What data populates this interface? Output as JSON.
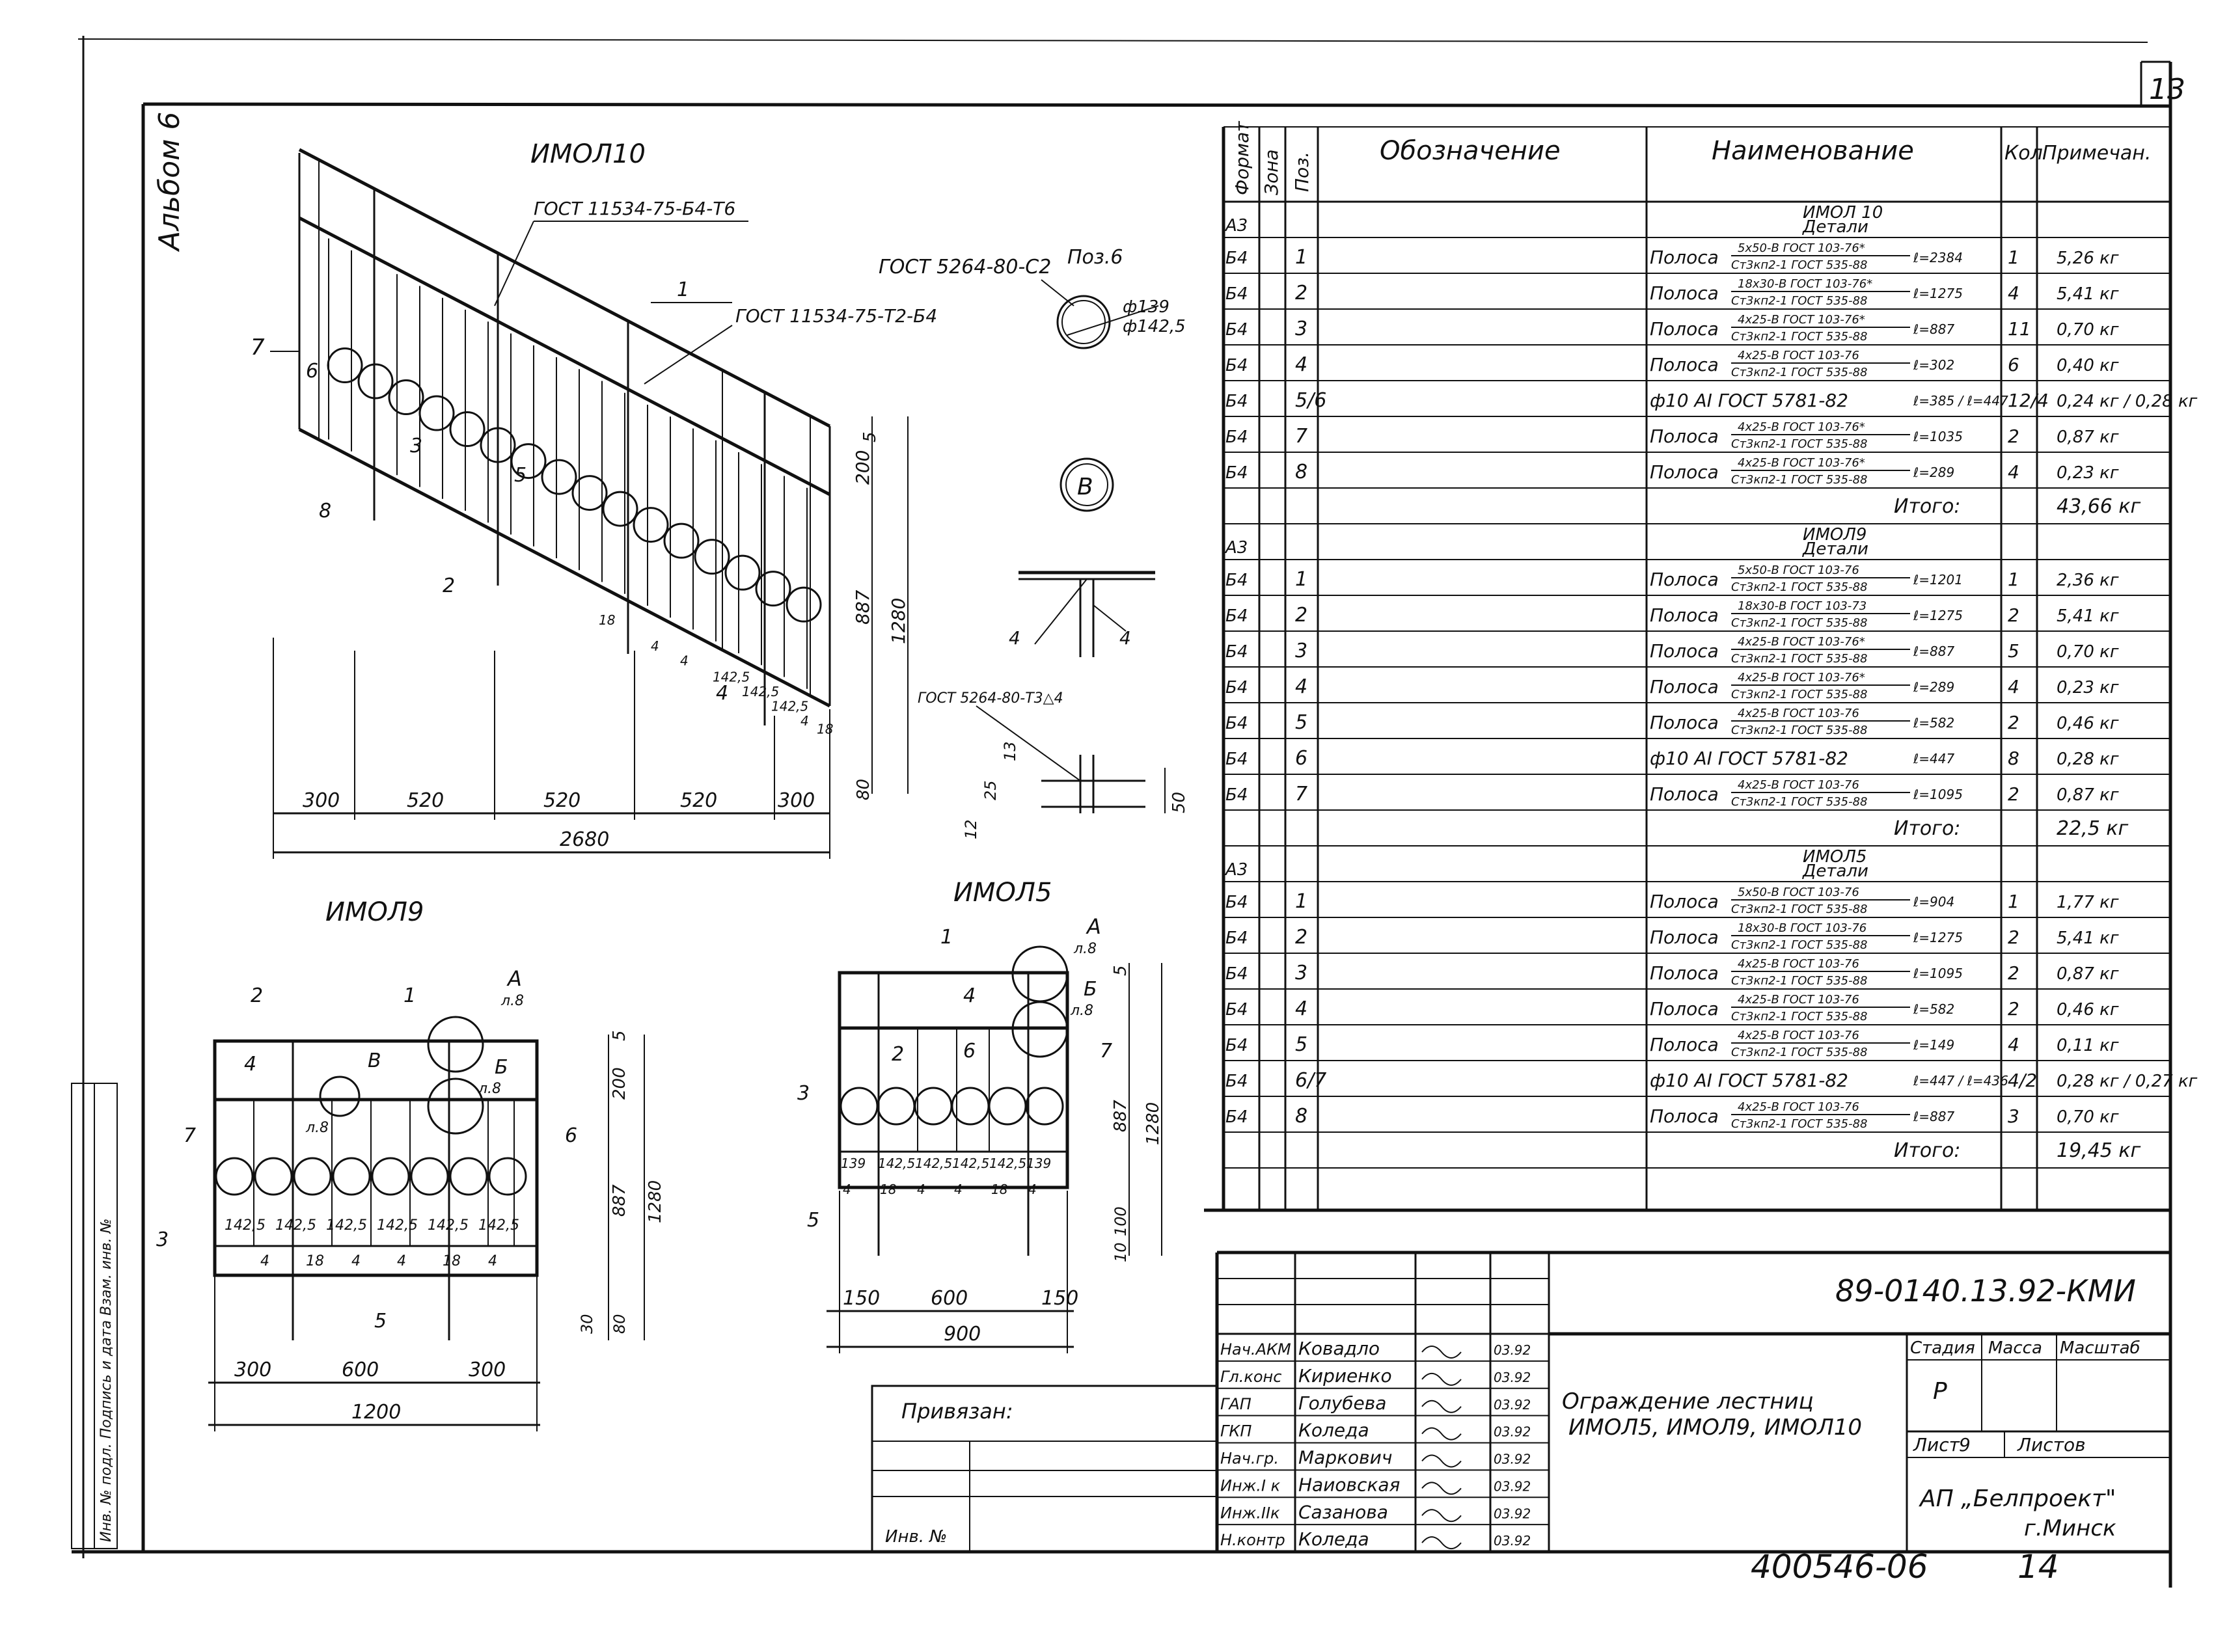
{
  "sheet": {
    "page_number": "13",
    "album_label": "Альбом 6",
    "document_code": "89-0140.13.92-КМИ",
    "inventory_number": "400546-06",
    "inventory_sheet": "14",
    "title_lines": [
      "Ограждение лестниц",
      "ИМОЛ5, ИМОЛ9, ИМОЛ10"
    ],
    "organization": "АП „Белпроект\"",
    "city": "г.Минск",
    "stage_label": "Стадия",
    "stage_value": "Р",
    "mass_label": "Масса",
    "scale_label": "Масштаб",
    "sheet_label": "Лист",
    "sheet_value": "9",
    "sheets_label": "Листов",
    "attached_label": "Привязан:",
    "inv_label": "Инв. №",
    "side_stamp": "Инв. № подл.  Подпись и дата  Взам. инв. №"
  },
  "signatures": [
    {
      "role": "Нач.АКМ",
      "name": "Ковадло",
      "date": "03.92"
    },
    {
      "role": "Гл.конс",
      "name": "Кириенко",
      "date": "03.92"
    },
    {
      "role": "ГАП",
      "name": "Голубева",
      "date": "03.92"
    },
    {
      "role": "ГКП",
      "name": "Коледа",
      "date": "03.92"
    },
    {
      "role": "Нач.гр.",
      "name": "Маркович",
      "date": "03.92"
    },
    {
      "role": "Инж.I к",
      "name": "Наиовская",
      "date": "03.92"
    },
    {
      "role": "Инж.IIк",
      "name": "Сазанова",
      "date": "03.92"
    },
    {
      "role": "Н.контр",
      "name": "Коледа",
      "date": "03.92"
    }
  ],
  "spec_table": {
    "headers": [
      "Формат",
      "Зона",
      "Поз.",
      "Обозначение",
      "Наименование",
      "Кол",
      "Примечан."
    ],
    "sections": [
      {
        "format": "А3",
        "title": "ИМОЛ 10",
        "subtitle": "Детали",
        "rows": [
          {
            "fmt": "Б4",
            "pos": "1",
            "name": "Полоса",
            "num": "5х50-В ГОСТ 103-76*",
            "den": "Ст3кп2-1 ГОСТ 535-88",
            "len": "ℓ=2384",
            "qty": "1",
            "note": "5,26 кг"
          },
          {
            "fmt": "Б4",
            "pos": "2",
            "name": "Полоса",
            "num": "18х30-В ГОСТ 103-76*",
            "den": "Ст3кп2-1 ГОСТ 535-88",
            "len": "ℓ=1275",
            "qty": "4",
            "note": "5,41 кг"
          },
          {
            "fmt": "Б4",
            "pos": "3",
            "name": "Полоса",
            "num": "4х25-В ГОСТ 103-76*",
            "den": "Ст3кп2-1 ГОСТ 535-88",
            "len": "ℓ=887",
            "qty": "11",
            "note": "0,70 кг"
          },
          {
            "fmt": "Б4",
            "pos": "4",
            "name": "Полоса",
            "num": "4х25-В ГОСТ 103-76",
            "den": "Ст3кп2-1 ГОСТ 535-88",
            "len": "ℓ=302",
            "qty": "6",
            "note": "0,40 кг"
          },
          {
            "fmt": "Б4",
            "pos": "5/6",
            "name": "ф10 АI ГОСТ 5781-82",
            "num": "",
            "den": "",
            "len": "ℓ=385 / ℓ=447",
            "qty": "12/4",
            "note": "0,24 кг / 0,28 кг"
          },
          {
            "fmt": "Б4",
            "pos": "7",
            "name": "Полоса",
            "num": "4х25-В ГОСТ 103-76*",
            "den": "Ст3кп2-1 ГОСТ 535-88",
            "len": "ℓ=1035",
            "qty": "2",
            "note": "0,87 кг"
          },
          {
            "fmt": "Б4",
            "pos": "8",
            "name": "Полоса",
            "num": "4х25-В ГОСТ 103-76*",
            "den": "Ст3кп2-1 ГОСТ 535-88",
            "len": "ℓ=289",
            "qty": "4",
            "note": "0,23 кг"
          }
        ],
        "total_label": "Итого:",
        "total": "43,66 кг"
      },
      {
        "format": "А3",
        "title": "ИМОЛ9",
        "subtitle": "Детали",
        "rows": [
          {
            "fmt": "Б4",
            "pos": "1",
            "name": "Полоса",
            "num": "5х50-В ГОСТ 103-76",
            "den": "Ст3кп2-1 ГОСТ 535-88",
            "len": "ℓ=1201",
            "qty": "1",
            "note": "2,36 кг"
          },
          {
            "fmt": "Б4",
            "pos": "2",
            "name": "Полоса",
            "num": "18х30-В ГОСТ 103-73",
            "den": "Ст3кп2-1 ГОСТ 535-88",
            "len": "ℓ=1275",
            "qty": "2",
            "note": "5,41 кг"
          },
          {
            "fmt": "Б4",
            "pos": "3",
            "name": "Полоса",
            "num": "4х25-В ГОСТ 103-76*",
            "den": "Ст3кп2-1 ГОСТ 535-88",
            "len": "ℓ=887",
            "qty": "5",
            "note": "0,70 кг"
          },
          {
            "fmt": "Б4",
            "pos": "4",
            "name": "Полоса",
            "num": "4х25-В ГОСТ 103-76*",
            "den": "Ст3кп2-1 ГОСТ 535-88",
            "len": "ℓ=289",
            "qty": "4",
            "note": "0,23 кг"
          },
          {
            "fmt": "Б4",
            "pos": "5",
            "name": "Полоса",
            "num": "4х25-В ГОСТ 103-76",
            "den": "Ст3кп2-1 ГОСТ 535-88",
            "len": "ℓ=582",
            "qty": "2",
            "note": "0,46 кг"
          },
          {
            "fmt": "Б4",
            "pos": "6",
            "name": "ф10 АI ГОСТ 5781-82",
            "num": "",
            "den": "",
            "len": "ℓ=447",
            "qty": "8",
            "note": "0,28 кг"
          },
          {
            "fmt": "Б4",
            "pos": "7",
            "name": "Полоса",
            "num": "4х25-В ГОСТ 103-76",
            "den": "Ст3кп2-1 ГОСТ 535-88",
            "len": "ℓ=1095",
            "qty": "2",
            "note": "0,87 кг"
          }
        ],
        "total_label": "Итого:",
        "total": "22,5 кг"
      },
      {
        "format": "А3",
        "title": "ИМОЛ5",
        "subtitle": "Детали",
        "rows": [
          {
            "fmt": "Б4",
            "pos": "1",
            "name": "Полоса",
            "num": "5х50-В ГОСТ 103-76",
            "den": "Ст3кп2-1 ГОСТ 535-88",
            "len": "ℓ=904",
            "qty": "1",
            "note": "1,77 кг"
          },
          {
            "fmt": "Б4",
            "pos": "2",
            "name": "Полоса",
            "num": "18х30-В ГОСТ 103-76",
            "den": "Ст3кп2-1 ГОСТ 535-88",
            "len": "ℓ=1275",
            "qty": "2",
            "note": "5,41 кг"
          },
          {
            "fmt": "Б4",
            "pos": "3",
            "name": "Полоса",
            "num": "4х25-В ГОСТ 103-76",
            "den": "Ст3кп2-1 ГОСТ 535-88",
            "len": "ℓ=1095",
            "qty": "2",
            "note": "0,87 кг"
          },
          {
            "fmt": "Б4",
            "pos": "4",
            "name": "Полоса",
            "num": "4х25-В ГОСТ 103-76",
            "den": "Ст3кп2-1 ГОСТ 535-88",
            "len": "ℓ=582",
            "qty": "2",
            "note": "0,46 кг"
          },
          {
            "fmt": "Б4",
            "pos": "5",
            "name": "Полоса",
            "num": "4х25-В ГОСТ 103-76",
            "den": "Ст3кп2-1 ГОСТ 535-88",
            "len": "ℓ=149",
            "qty": "4",
            "note": "0,11 кг"
          },
          {
            "fmt": "Б4",
            "pos": "6/7",
            "name": "ф10 АI ГОСТ 5781-82",
            "num": "",
            "den": "",
            "len": "ℓ=447 / ℓ=436",
            "qty": "4/2",
            "note": "0,28 кг / 0,27 кг"
          },
          {
            "fmt": "Б4",
            "pos": "8",
            "name": "Полоса",
            "num": "4х25-В ГОСТ 103-76",
            "den": "Ст3кп2-1 ГОСТ 535-88",
            "len": "ℓ=887",
            "qty": "3",
            "note": "0,70 кг"
          }
        ],
        "total_label": "Итого:",
        "total": "19,45 кг"
      }
    ]
  },
  "drawings": {
    "imol10": {
      "title": "ИМОЛ10",
      "callouts": [
        "ГОСТ 11534-75-Б4-Т6",
        "ГОСТ 11534-75-Т2-Б4",
        "ГОСТ 5264-80-С2",
        "ГОСТ 5264-80-Т3△4"
      ],
      "pos6_label": "Поз.6",
      "pos6_dims": [
        "ф139",
        "ф142,5"
      ],
      "marks": [
        "1",
        "2",
        "3",
        "4",
        "5",
        "6",
        "7",
        "8"
      ],
      "dims_bottom": [
        "300",
        "520",
        "520",
        "520",
        "300"
      ],
      "dim_total": "2680",
      "dims_right": [
        "200",
        "887",
        "1280",
        "5",
        "80"
      ],
      "gaps": [
        "18",
        "4",
        "4",
        "142,5",
        "142,5",
        "142,5",
        "4",
        "18"
      ],
      "node_label": "В",
      "node_dims": [
        "4",
        "4",
        "50",
        "12",
        "25",
        "13"
      ]
    },
    "imol9": {
      "title": "ИМОЛ9",
      "marks": [
        "1",
        "2",
        "3",
        "4",
        "5",
        "6",
        "7"
      ],
      "node_labels": [
        "А",
        "Б",
        "В"
      ],
      "sheet_refs": [
        "л.8",
        "л.8",
        "л.8"
      ],
      "dims_bottom": [
        "300",
        "600",
        "300"
      ],
      "dim_total": "1200",
      "dims_right": [
        "5",
        "200",
        "887",
        "1280",
        "80",
        "30"
      ],
      "gaps": [
        "142,5",
        "142,5",
        "142,5",
        "142,5",
        "142,5",
        "142,5"
      ],
      "gaps_bottom": [
        "4",
        "18",
        "4",
        "4",
        "18",
        "4"
      ]
    },
    "imol5": {
      "title": "ИМОЛ5",
      "marks": [
        "1",
        "2",
        "3",
        "4",
        "5",
        "6",
        "7"
      ],
      "node_labels": [
        "А",
        "Б"
      ],
      "sheet_refs": [
        "л.8",
        "л.8"
      ],
      "dims_bottom": [
        "150",
        "600",
        "150"
      ],
      "dim_total": "900",
      "dims_right": [
        "5",
        "887",
        "1280",
        "100",
        "10"
      ],
      "gaps": [
        "139",
        "142,5",
        "142,5",
        "142,5",
        "142,5",
        "139"
      ],
      "gaps_bottom": [
        "4",
        "18",
        "4",
        "4",
        "18",
        "4"
      ]
    }
  }
}
